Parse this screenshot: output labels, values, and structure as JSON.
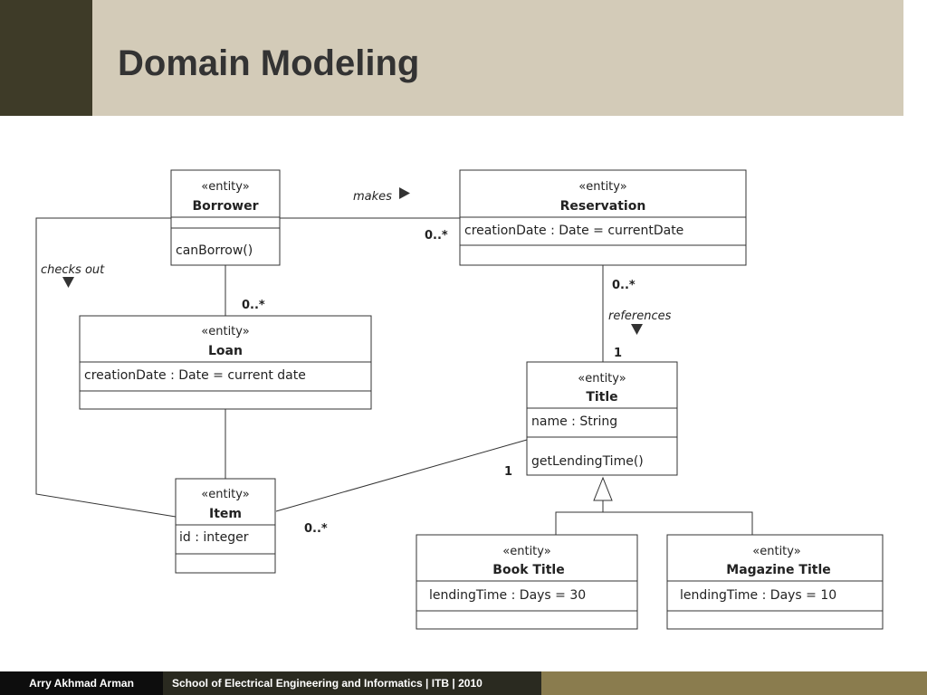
{
  "slide": {
    "title": "Domain Modeling"
  },
  "footer": {
    "author": "Arry Akhmad Arman",
    "institution": "School of Electrical Engineering and Informatics | ITB | 2010"
  },
  "diagram": {
    "classes": {
      "borrower": {
        "stereotype": "«entity»",
        "name": "Borrower",
        "attributes": [],
        "operations": [
          "canBorrow()"
        ]
      },
      "reservation": {
        "stereotype": "«entity»",
        "name": "Reservation",
        "attributes": [
          "creationDate : Date = currentDate"
        ],
        "operations": []
      },
      "loan": {
        "stereotype": "«entity»",
        "name": "Loan",
        "attributes": [
          "creationDate : Date = current date"
        ],
        "operations": []
      },
      "title": {
        "stereotype": "«entity»",
        "name": "Title",
        "attributes": [
          "name : String"
        ],
        "operations": [
          "getLendingTime()"
        ]
      },
      "item": {
        "stereotype": "«entity»",
        "name": "Item",
        "attributes": [
          "id : integer"
        ],
        "operations": []
      },
      "book_title": {
        "stereotype": "«entity»",
        "name": "Book Title",
        "attributes": [
          "lendingTime : Days = 30"
        ],
        "operations": []
      },
      "magazine_title": {
        "stereotype": "«entity»",
        "name": "Magazine Title",
        "attributes": [
          "lendingTime : Days = 10"
        ],
        "operations": []
      }
    },
    "associations": {
      "makes": {
        "label": "makes",
        "target_multiplicity": "0..*"
      },
      "checks_out": {
        "label": "checks out"
      },
      "borrower_loan": {
        "target_multiplicity": "0..*"
      },
      "references": {
        "label": "references",
        "source_multiplicity": "0..*",
        "target_multiplicity": "1"
      },
      "title_item": {
        "source_multiplicity": "1",
        "target_multiplicity": "0..*"
      }
    },
    "generalization": {
      "parent": "Title",
      "children": [
        "Book Title",
        "Magazine Title"
      ]
    }
  }
}
